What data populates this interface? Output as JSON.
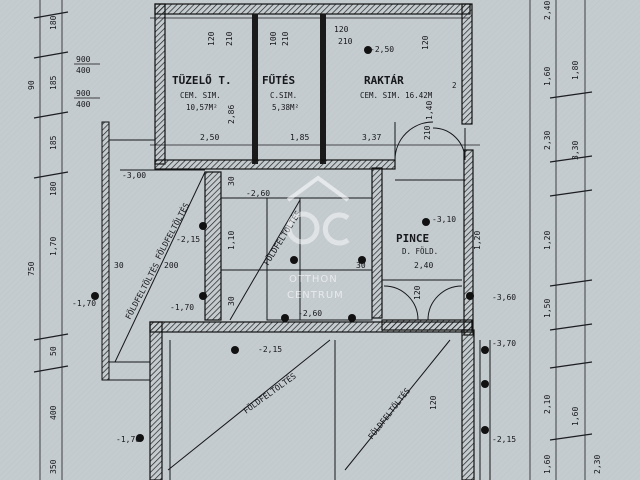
{
  "rooms": [
    {
      "id": "tuzelo",
      "name": "TÜZELŐ T.",
      "floor": "CEM. SIM.",
      "area": "10,57M²"
    },
    {
      "id": "futes",
      "name": "FŰTÉS",
      "floor": "C.SIM.",
      "area": "5,38M²"
    },
    {
      "id": "raktar",
      "name": "RAKTÁR",
      "number": "2",
      "floor": "CEM. SIM. 16.42M"
    },
    {
      "id": "pince",
      "name": "PINCE",
      "floor": "D. FÖLD."
    }
  ],
  "left_dims": [
    "180",
    "185",
    "90",
    "185",
    "180",
    "750",
    "1,70",
    "50",
    "400",
    "350"
  ],
  "right_dims": [
    "2,40",
    "1,60",
    "2,30",
    "1,20",
    "1,50",
    "2,10",
    "1,60",
    "2,30"
  ],
  "right_dims_outer": [
    "3,30",
    "1,80",
    "1,60"
  ],
  "top_dims": [
    "2,50",
    "1,85",
    "3,37"
  ],
  "fraction_labels": [
    {
      "top": "900",
      "bottom": "400"
    },
    {
      "top": "900",
      "bottom": "400"
    }
  ],
  "door_labels": [
    "120",
    "210",
    "100",
    "210",
    "120",
    "210",
    "120",
    "210",
    "120"
  ],
  "levels": [
    "-2,50",
    "-3,00",
    "-2,60",
    "-2,15",
    "-1,70",
    "-1,70",
    "-2,60",
    "-2,15",
    "-3,10",
    "-3,60",
    "-3,70",
    "-1,70",
    "-2,15"
  ],
  "inner_dims": [
    "30",
    "1,10",
    "200",
    "30",
    "30",
    "2,40",
    "30",
    "1,20"
  ],
  "filling_labels": [
    "FÖLDFELTÖLTÉS",
    "FÖLDFELTÖLTÉS",
    "FÖLDFELTÖLTÉS",
    "FÖLDFELTÖLTÉS",
    "FÖLDFELTÖLTÉS"
  ],
  "misc": {
    "wall_dim": "2,86",
    "small": "120",
    "room2_dim": "1,40"
  },
  "watermark": {
    "line1": "OTTHON",
    "line2": "CENTRUM"
  }
}
